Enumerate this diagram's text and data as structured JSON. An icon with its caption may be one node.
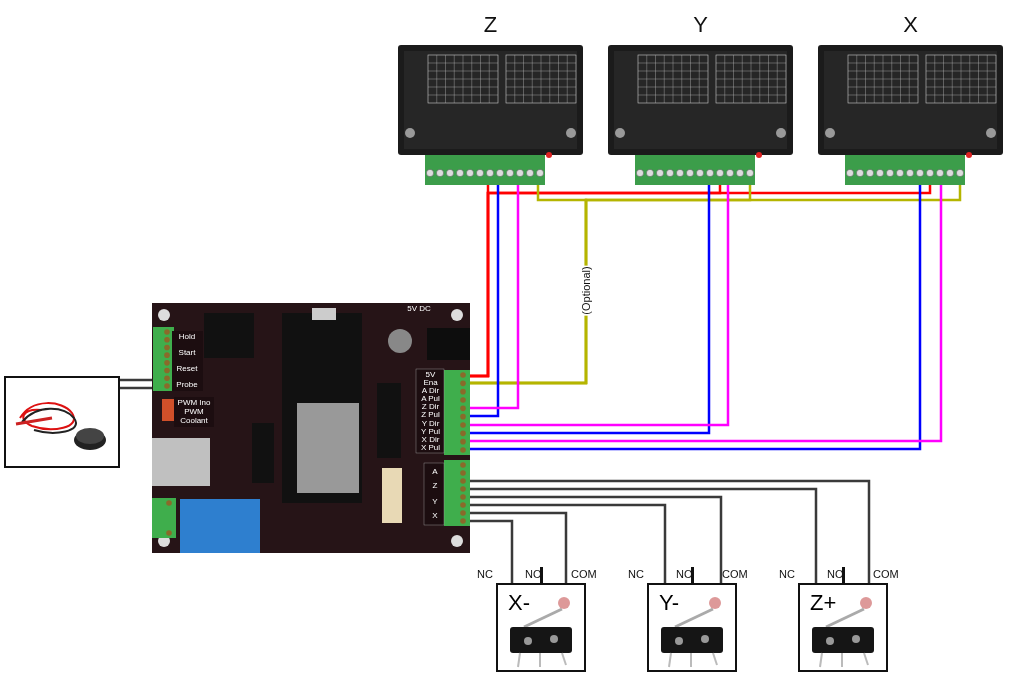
{
  "diagram": {
    "nodes": [
      {
        "text": [
          "Z"
        ]
      },
      {
        "text": [
          "Y"
        ]
      },
      {
        "text": [
          "X"
        ]
      },
      {
        "text": [],
        "shape": "picture"
      },
      {
        "text": [],
        "shape": "picture"
      },
      {
        "text": [
          "X-"
        ],
        "beside": [
          "NC",
          "NO",
          "COM"
        ]
      },
      {
        "text": [
          "Y-"
        ],
        "beside": [
          "NC",
          "NO",
          "COM"
        ]
      },
      {
        "text": [
          "Z+"
        ],
        "beside": [
          "NC",
          "NO",
          "COM"
        ]
      }
    ],
    "edges": [
      {
        "from": 3,
        "to": 0,
        "arrow": "none",
        "color": "#ff0000"
      },
      {
        "from": 3,
        "to": 1,
        "arrow": "none",
        "color": "#ff0000"
      },
      {
        "from": 3,
        "to": 2,
        "arrow": "none",
        "color": "#ff0000"
      },
      {
        "from": 3,
        "to": 0,
        "arrow": "none",
        "color": "#b5b500",
        "label": "(Optional)"
      },
      {
        "from": 3,
        "to": 1,
        "arrow": "none",
        "color": "#b5b500"
      },
      {
        "from": 3,
        "to": 2,
        "arrow": "none",
        "color": "#b5b500"
      },
      {
        "from": 3,
        "to": 0,
        "arrow": "none",
        "color": "#0000ff"
      },
      {
        "from": 3,
        "to": 0,
        "arrow": "none",
        "color": "#ff00ff"
      },
      {
        "from": 3,
        "to": 1,
        "arrow": "none",
        "color": "#0000ff"
      },
      {
        "from": 3,
        "to": 1,
        "arrow": "none",
        "color": "#ff00ff"
      },
      {
        "from": 3,
        "to": 2,
        "arrow": "none",
        "color": "#0000ff"
      },
      {
        "from": 3,
        "to": 2,
        "arrow": "none",
        "color": "#ff00ff"
      },
      {
        "from": 3,
        "to": 4,
        "arrow": "none"
      },
      {
        "from": 3,
        "to": 4,
        "arrow": "none"
      },
      {
        "from": 3,
        "to": 7,
        "arrow": "none"
      },
      {
        "from": 3,
        "to": 7,
        "arrow": "none"
      },
      {
        "from": 3,
        "to": 6,
        "arrow": "none"
      },
      {
        "from": 3,
        "to": 6,
        "arrow": "none"
      },
      {
        "from": 3,
        "to": 5,
        "arrow": "none"
      },
      {
        "from": 3,
        "to": 5,
        "arrow": "none"
      }
    ],
    "labels": [
      "5V DC",
      "Hold",
      "Start",
      "Reset",
      "Probe",
      "PWM Ino",
      "PWM",
      "Coolant",
      "5V",
      "Ena",
      "A Dir",
      "A Pul",
      "Z Dir",
      "Z Pul",
      "Y Dir",
      "Y Pul",
      "X Dir",
      "X Pul",
      "A",
      "Z",
      "Y",
      "X"
    ]
  }
}
